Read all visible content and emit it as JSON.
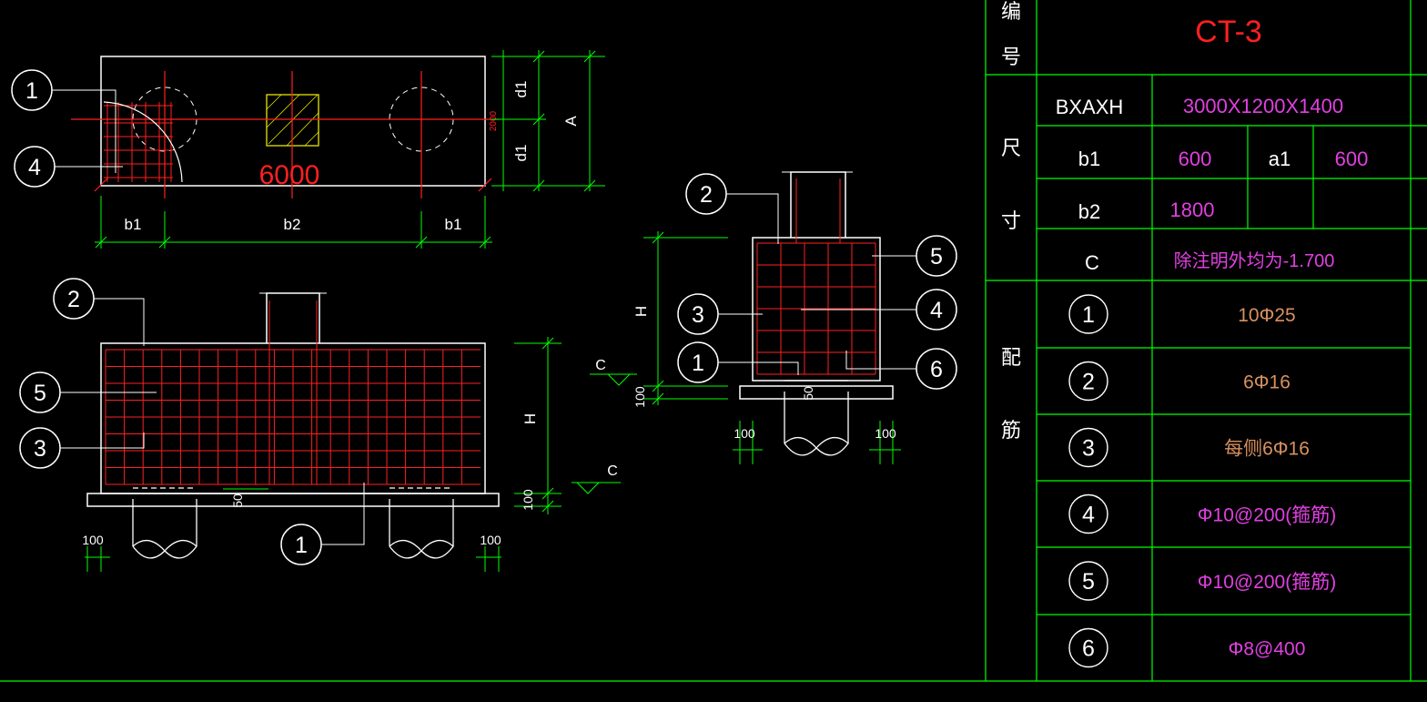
{
  "drawing": {
    "plan": {
      "length_label": "6000",
      "width_label": "2000",
      "dims": [
        "b1",
        "b2",
        "b1"
      ],
      "side_dims": [
        "d1",
        "d1"
      ],
      "side_label": "A",
      "callouts": [
        "1",
        "4"
      ]
    },
    "elevation": {
      "height_label": "H",
      "level_label": "C",
      "cover_label": "50",
      "dims": [
        "100",
        "100",
        "100"
      ],
      "callouts": [
        "2",
        "5",
        "3",
        "1"
      ]
    },
    "section": {
      "height_label": "H",
      "level_label": "C",
      "cover_label": "50",
      "dims": [
        "100",
        "100",
        "100"
      ],
      "callouts_left": [
        "2",
        "3",
        "1"
      ],
      "callouts_right": [
        "5",
        "4",
        "6"
      ]
    }
  },
  "table": {
    "header_label": "编 号",
    "header_label_chars": [
      "编",
      "号"
    ],
    "id": "CT-3",
    "size_group_chars": [
      "尺",
      "寸"
    ],
    "rebar_group_chars": [
      "配",
      "筋"
    ],
    "rows": {
      "bxaxh_label": "BXAXH",
      "bxaxh_value": "3000X1200X1400",
      "b1_label": "b1",
      "b1_value": "600",
      "a1_label": "a1",
      "a1_value": "600",
      "b2_label": "b2",
      "b2_value": "1800",
      "c_label": "C",
      "c_value": "除注明外均为-1.700"
    },
    "rebars": [
      {
        "num": "1",
        "spec": "10Φ25"
      },
      {
        "num": "2",
        "spec": "6Φ16"
      },
      {
        "num": "3",
        "spec": "每侧6Φ16"
      },
      {
        "num": "4",
        "spec": "Φ10@200(箍筋)"
      },
      {
        "num": "5",
        "spec": "Φ10@200(箍筋)"
      },
      {
        "num": "6",
        "spec": "Φ8@400"
      }
    ]
  },
  "colors": {
    "background": "#000000",
    "linework": "#ffffff",
    "rebar": "#ff2020",
    "dimension": "#00ff00",
    "table_grid": "#00ff00",
    "value_magenta": "#e040e0",
    "value_orange": "#d89060",
    "title_red": "#ff2020",
    "hatch_yellow": "#e6e600"
  }
}
